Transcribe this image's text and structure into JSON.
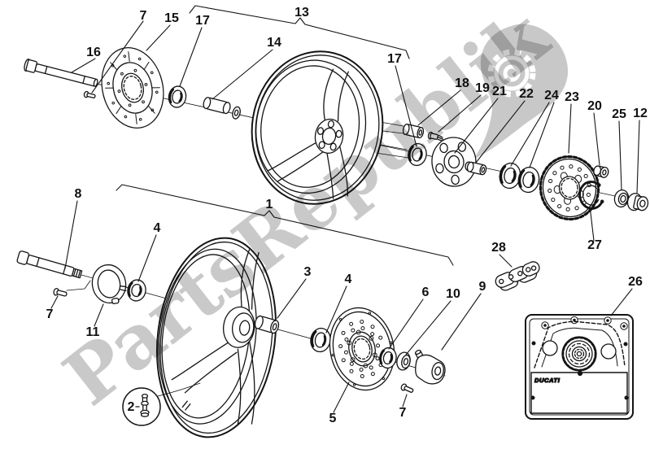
{
  "diagram": {
    "type": "exploded-parts-diagram",
    "subject": "motorcycle front and rear wheel assemblies",
    "background_color": "#ffffff",
    "line_color": "#141414",
    "watermark_color": "#c9c9c9"
  },
  "watermark": {
    "text": "PartsRepublik",
    "icon": "gear-watermark-icon"
  },
  "inset_box": {
    "brand_text": "DUCATI"
  },
  "labels": [
    {
      "n": "7"
    },
    {
      "n": "15"
    },
    {
      "n": "17"
    },
    {
      "n": "13"
    },
    {
      "n": "14"
    },
    {
      "n": "16"
    },
    {
      "n": "17"
    },
    {
      "n": "18"
    },
    {
      "n": "19"
    },
    {
      "n": "21"
    },
    {
      "n": "22"
    },
    {
      "n": "24"
    },
    {
      "n": "23"
    },
    {
      "n": "20"
    },
    {
      "n": "25"
    },
    {
      "n": "12"
    },
    {
      "n": "8"
    },
    {
      "n": "1"
    },
    {
      "n": "4"
    },
    {
      "n": "3"
    },
    {
      "n": "4"
    },
    {
      "n": "6"
    },
    {
      "n": "10"
    },
    {
      "n": "9"
    },
    {
      "n": "28"
    },
    {
      "n": "27"
    },
    {
      "n": "26"
    },
    {
      "n": "7"
    },
    {
      "n": "11"
    },
    {
      "n": "2"
    },
    {
      "n": "5"
    },
    {
      "n": "7"
    }
  ]
}
